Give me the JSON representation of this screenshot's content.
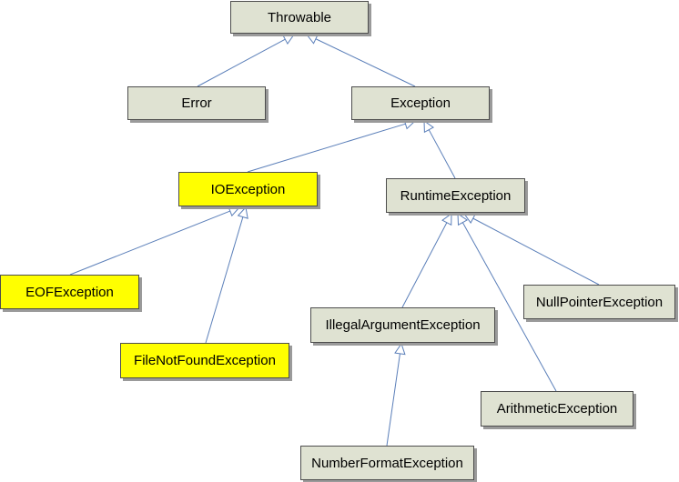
{
  "nodes": {
    "throwable": {
      "label": "Throwable",
      "highlight": false
    },
    "error": {
      "label": "Error",
      "highlight": false
    },
    "exception": {
      "label": "Exception",
      "highlight": false
    },
    "ioexception": {
      "label": "IOException",
      "highlight": true
    },
    "runtimeexception": {
      "label": "RuntimeException",
      "highlight": false
    },
    "eofexception": {
      "label": "EOFException",
      "highlight": true
    },
    "filenotfoundexception": {
      "label": "FileNotFoundException",
      "highlight": true
    },
    "illegalargumentexception": {
      "label": "IllegalArgumentException",
      "highlight": false
    },
    "nullpointerexception": {
      "label": "NullPointerException",
      "highlight": false
    },
    "arithmeticexception": {
      "label": "ArithmeticException",
      "highlight": false
    },
    "numberformatexception": {
      "label": "NumberFormatException",
      "highlight": false
    }
  },
  "edges": [
    {
      "from": "error",
      "to": "throwable"
    },
    {
      "from": "exception",
      "to": "throwable"
    },
    {
      "from": "ioexception",
      "to": "exception"
    },
    {
      "from": "runtimeexception",
      "to": "exception"
    },
    {
      "from": "eofexception",
      "to": "ioexception"
    },
    {
      "from": "filenotfoundexception",
      "to": "ioexception"
    },
    {
      "from": "illegalargumentexception",
      "to": "runtimeexception"
    },
    {
      "from": "nullpointerexception",
      "to": "runtimeexception"
    },
    {
      "from": "arithmeticexception",
      "to": "runtimeexception"
    },
    {
      "from": "numberformatexception",
      "to": "illegalargumentexception"
    }
  ],
  "colors": {
    "node_fill": "#dfe2d2",
    "highlight_fill": "#ffff00",
    "edge": "#5b7fb9"
  }
}
